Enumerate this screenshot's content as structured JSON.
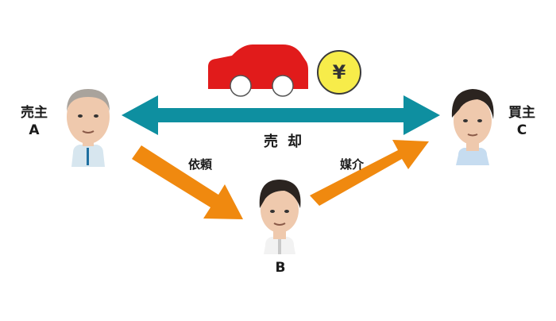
{
  "seller": {
    "label_line1": "売主",
    "label_line2": "A"
  },
  "buyer": {
    "label_line1": "買主",
    "label_line2": "C"
  },
  "agent": {
    "label": "B"
  },
  "arrows": {
    "sale_label": "売却",
    "request_label": "依頼",
    "broker_label": "媒介"
  },
  "money": {
    "symbol": "¥"
  },
  "colors": {
    "sale_arrow": "#0e8fa0",
    "flow_arrow": "#f0890f",
    "car": "#e11b1b",
    "coin": "#f7ec4a",
    "skin": "#efc9ad",
    "hair_dark": "#2b2420",
    "shirt": "#d7e6ef",
    "shirt_white": "#f2f2f2"
  },
  "icons": [
    "car-icon",
    "yen-coin-icon",
    "person-a-icon",
    "person-b-icon",
    "person-c-icon"
  ]
}
